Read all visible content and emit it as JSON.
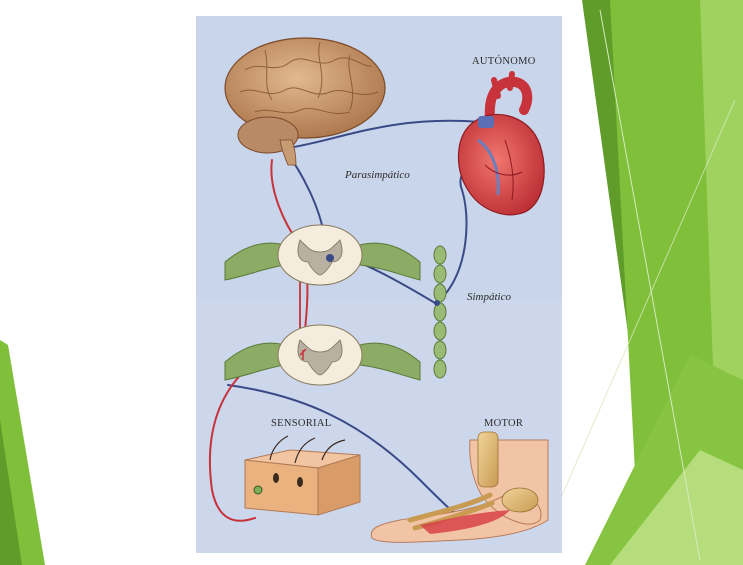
{
  "slide": {
    "background": "#ffffff",
    "accent_colors": [
      "#8cc63f",
      "#6aa12b",
      "#a9d46b",
      "#4f8a1f"
    ]
  },
  "figure": {
    "background": "#c9d5ea",
    "labels": {
      "autonomo": "AUTÓNOMO",
      "parasimpatico": "Parasimpático",
      "simpatico": "Simpático",
      "sensorial": "SENSORIAL",
      "motor": "MOTOR"
    },
    "nerve_colors": {
      "motor_sensory": "#c8323a",
      "autonomic": "#3a4a86"
    }
  }
}
